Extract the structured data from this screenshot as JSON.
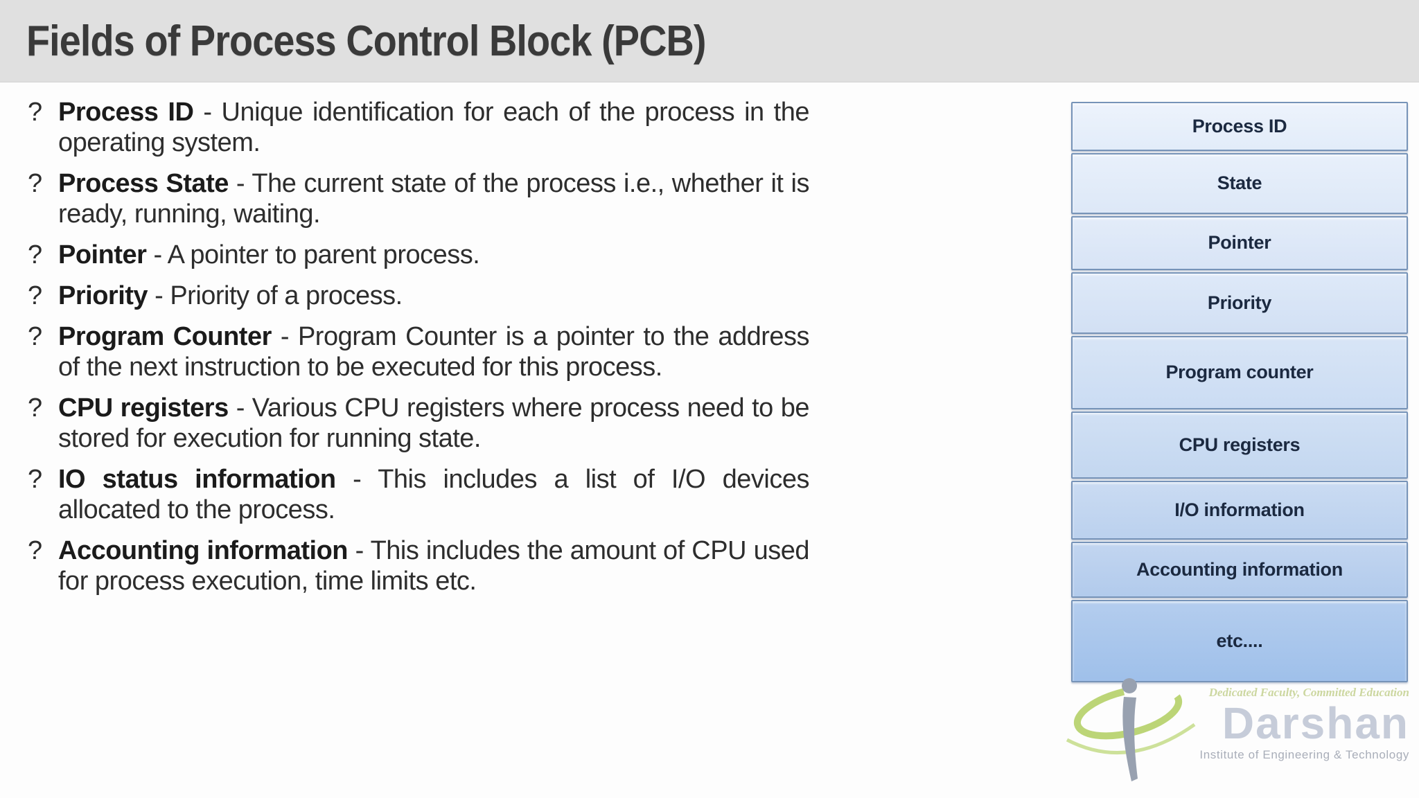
{
  "slide": {
    "title": "Fields of Process Control Block (PCB)"
  },
  "bullet_marker": "?",
  "bullets": [
    {
      "term": "Process ID",
      "desc": " - Unique identification for each of the process in the operating system."
    },
    {
      "term": "Process State",
      "desc": " - The current state of the process i.e., whether it is ready, running, waiting."
    },
    {
      "term": "Pointer",
      "desc": " - A pointer to parent process."
    },
    {
      "term": "Priority",
      "desc": " - Priority of a process."
    },
    {
      "term": "Program Counter",
      "desc": " - Program Counter is a pointer to the address of the next instruction to be executed for this process."
    },
    {
      "term": "CPU registers",
      "desc": " - Various CPU registers where process need to be stored for execution for running state."
    },
    {
      "term": "IO status information",
      "desc": " - This includes a list of I/O devices allocated to the process."
    },
    {
      "term": "Accounting information",
      "desc": " - This includes the amount of CPU used for process execution, time limits etc."
    }
  ],
  "pcb_diagram": {
    "fields": [
      "Process ID",
      "State",
      "Pointer",
      "Priority",
      "Program counter",
      "CPU registers",
      "I/O information",
      "Accounting information",
      "etc...."
    ]
  },
  "logo": {
    "tagline": "Dedicated Faculty, Committed Education",
    "name": "Darshan",
    "subtitle": "Institute of Engineering & Technology"
  },
  "colors": {
    "titlebar_bg": "#e0e0e0",
    "title_text": "#3a3a3a",
    "body_text": "#2d2d2d",
    "box_border": "#7693b8",
    "box_text": "#1b2940",
    "box_fill_top": "#edf3fc",
    "box_fill_bottom": "#9fc0ea",
    "logo_green": "#bcd577",
    "logo_gray": "#c6ccd9"
  }
}
